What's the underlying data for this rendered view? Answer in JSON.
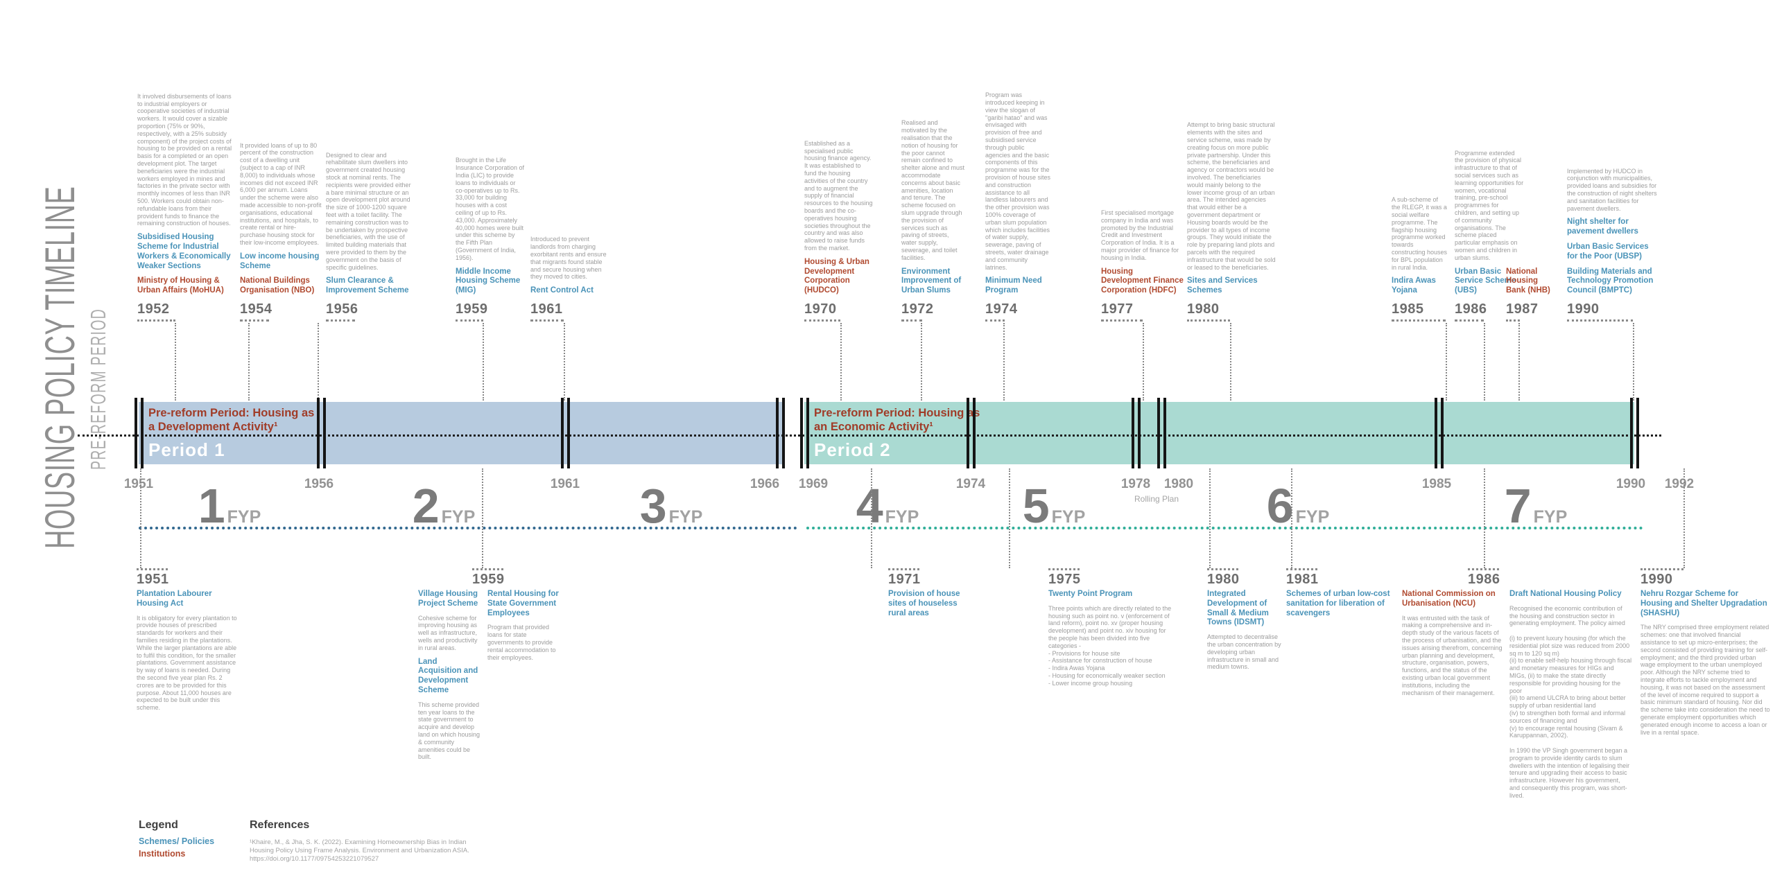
{
  "page": {
    "title": "HOUSING POLICY TIMELINE",
    "subtitle": "PRE-REFORM PERIOD"
  },
  "periods": [
    {
      "name": "Period 1",
      "label": "Pre-reform Period: Housing as\na Development Activity¹",
      "color": "#b7cbdf",
      "start_year": "1951",
      "end_year": "1966"
    },
    {
      "name": "Period 2",
      "label": "Pre-reform Period: Housing as\nan Economic Activity¹",
      "color": "#aadad2",
      "start_year": "1969",
      "end_year": "1990"
    }
  ],
  "axis": {
    "year_labels": [
      "1951",
      "1956",
      "1961",
      "1966",
      "1969",
      "1974",
      "1978",
      "1980",
      "1985",
      "1990",
      "1992"
    ],
    "rolling_plan_label": "Rolling Plan",
    "fyp_suffix": "FYP",
    "fyp": [
      {
        "number": "1"
      },
      {
        "number": "2"
      },
      {
        "number": "3"
      },
      {
        "number": "4"
      },
      {
        "number": "5"
      },
      {
        "number": "6"
      },
      {
        "number": "7"
      }
    ]
  },
  "top_notes": [
    {
      "year": "1952",
      "body": "It involved disbursements of loans to industrial employers or cooperative societies of industrial workers. It would cover a sizable proportion (75% or 90%, respectively, with a 25% subsidy component) of the project costs of housing to be provided on a rental basis for a completed or an open development plot. The target beneficiaries were the industrial workers employed in mines and factories in the private sector with monthly incomes of less than INR 500. Workers could obtain non-refundable loans from their provident funds to finance the remaining construction of houses.",
      "scheme": "Subsidised Housing Scheme for Industrial Workers & Economically Weaker Sections",
      "institution": "Ministry of Housing & Urban Affairs (MoHUA)"
    },
    {
      "year": "1954",
      "body": "It provided loans of up to 80 percent of the construction cost of a dwelling unit (subject to a cap of INR 8,000) to individuals whose incomes did not exceed INR 6,000 per annum. Loans under the scheme were also made accessible to non-profit organisations, educational institutions, and hospitals, to create rental or hire-purchase housing stock for their low-income employees.",
      "scheme": "Low income housing Scheme",
      "institution": "National Buildings Organisation (NBO)"
    },
    {
      "year": "1956",
      "body": "Designed to clear and rehabilitate slum dwellers into government created housing stock at nominal rents. The recipients were provided either a bare minimal structure or an open development plot around the size of 1000-1200 square feet with a toilet facility. The remaining construction was to be undertaken by prospective beneficiaries, with the use of limited building materials that were provided to them by the government on the basis of specific guidelines.",
      "scheme": "Slum Clearance & Improvement Scheme"
    },
    {
      "year": "1959",
      "body": "Brought in the Life Insurance Corporation of India (LIC) to provide loans to individuals or co-operatives up to Rs. 33,000 for building houses with a cost ceiling of up to Rs. 43,000. Approximately 40,000 homes were built under this scheme by the Fifth Plan (Government of India, 1956).",
      "scheme": "Middle Income Housing Scheme (MIG)"
    },
    {
      "year": "1961",
      "body": "Introduced to prevent landlords from charging exorbitant rents and ensure that migrants found stable and secure housing when they moved to cities.",
      "scheme": "Rent Control Act"
    },
    {
      "year": "1970",
      "body": "Established as a specialised public housing finance agency. It was established to fund the housing activities of the country and to augment the supply of financial resources to the housing boards and the co-operatives housing societies throughout the country and was also allowed to raise funds from the market.",
      "institution": "Housing & Urban Development Corporation (HUDCO)"
    },
    {
      "year": "1972",
      "body": "Realised and motivated by the realisation that the notion of housing for the poor cannot remain confined to shelter alone and must accommodate concerns about basic amenities, location and tenure. The scheme focused on slum upgrade through the provision of services such as paving of streets, water supply, sewerage, and toilet facilities.",
      "scheme": "Environment Improvement of Urban Slums"
    },
    {
      "year": "1974",
      "body": "Program was introduced keeping in view the slogan of \"garibi hatao\" and was envisaged with provision of free and subsidised service through public agencies and the basic components of this programme was for the provision of house sites and construction assistance to all landless labourers and the other provision was 100% coverage of urban slum population which includes facilities of water supply, sewerage, paving of streets, water drainage and community latrines.",
      "scheme": "Minimum Need Program"
    },
    {
      "year": "1977",
      "body": "First specialised mortgage company in India and was promoted by the Industrial Credit and Investment Corporation of India. It is a major provider of finance for housing in India.",
      "institution": "Housing Development Finance Corporation (HDFC)"
    },
    {
      "year": "1980",
      "body": "Attempt to bring basic structural elements with the sites and service scheme, was made by creating focus on more public private partnership. Under this scheme, the beneficiaries and agency or contractors would be involved. The beneficiaries would mainly belong to the lower income group of an urban area. The intended agencies that would either be a government department or Housing boards would be the provider to all types of income groups. They would initiate the role by preparing land plots and parcels with the required infrastructure that would be sold or leased to the beneficiaries.",
      "scheme": "Sites and Services Schemes"
    },
    {
      "year": "1985",
      "body": "A sub-scheme of the RLEGP, it was a social welfare programme. The flagship housing programme worked towards constructing houses for BPL population in rural India.",
      "scheme": "Indira Awas Yojana"
    },
    {
      "year": "1986",
      "body": "Programme extended the provision of physical infrastructure to that of social services such as learning opportunities for women, vocational training, pre-school programmes for children, and setting up of community organisations. The scheme placed particular emphasis on women and children in urban slums.",
      "scheme": "Urban Basic Service Scheme (UBS)"
    },
    {
      "year": "1987",
      "institution": "National Housing Bank (NHB)"
    },
    {
      "year": "1990",
      "body": "Implemented by HUDCO in conjunction with municipalities, provided loans and subsidies for the construction of night shelters and sanitation facilities for pavement dwellers.",
      "scheme": "Night shelter for pavement dwellers",
      "scheme2": "Urban Basic Services for the Poor (UBSP)",
      "scheme3": "Building Materials and Technology Promotion Council (BMPTC)"
    }
  ],
  "bottom_notes": [
    {
      "year": "1951",
      "scheme": "Plantation Labourer Housing Act",
      "body": "It is obligatory for every plantation to provide houses of prescribed standards for workers and their families residing in the plantations. While the larger plantations are able to fulfil this condition, for the smaller plantations. Government assistance by way of loans is needed. During the second five year plan Rs. 2 crores are to be provided for this purpose. About 11,000 houses are expected to be built under this scheme."
    },
    {
      "year": "1959",
      "col_a": [
        {
          "title": "Village Housing Project Scheme",
          "body": "Cohesive scheme for improving housing as well as infrastructure, wells and productivity in rural areas."
        },
        {
          "title": "Land Acquisition and Development Scheme",
          "body": "This scheme provided ten year loans to the state government to acquire and develop land on which housing & community amenities could be built."
        }
      ],
      "col_b": [
        {
          "title": "Rental Housing for State Government Employees",
          "body": "Program that provided loans for state governments to provide rental accommodation to their employees."
        }
      ]
    },
    {
      "year": "1971",
      "scheme": "Provision of house sites of houseless rural areas"
    },
    {
      "year": "1975",
      "scheme": "Twenty Point Program",
      "body": "Three points which are directly related to the housing such as point no. v (enforcement of land reform), point no. xv (proper housing development) and point no. xiv housing for the people has been divided into five categories -\n- Provisions for house site\n- Assistance for construction of house\n- Indira Awas Yojana\n- Housing for economically weaker section\n- Lower income group housing"
    },
    {
      "year": "1980",
      "scheme": "Integrated Development of Small & Medium Towns (IDSMT)",
      "body": "Attempted to decentralise the urban concentration by developing urban infrastructure in small and medium towns."
    },
    {
      "year": "1981",
      "scheme": "Schemes of urban low-cost sanitation for liberation of scavengers"
    },
    {
      "year": "1986",
      "institution": "National Commission on Urbanisation (NCU)",
      "inst_body": "It was entrusted with the task of making a comprehensive and in-depth study of the various facets of the process of urbanisation, and the issues arising therefrom, concerning urban planning and development, structure, organisation, powers, functions, and the status of the existing urban local government institutions, including the mechanism of their management.",
      "scheme": "Draft National Housing Policy",
      "scheme_body": "Recognised the economic contribution of the housing and construction sector in generating employment. The policy aimed\n\n(i) to prevent luxury housing (for which the residential plot size was reduced from 2000 sq m to 120 sq m)\n(ii) to enable self-help housing through fiscal and monetary measures for HIGs and MIGs, (ii) to make the state directly responsible for providing housing for the poor\n(iii) to amend ULCRA to bring about better supply of urban residential land\n(iv) to strengthen both formal and informal sources of financing and\n(v) to encourage rental housing (Sivam & Karuppannan, 2002).\n\nIn 1990 the VP Singh government began a program to provide identity cards to slum dwellers with the intention of legalising their tenure and upgrading their access to basic infrastructure. However his government, and consequently this program, was short-lived."
    },
    {
      "year": "1990",
      "scheme": "Nehru Rozgar Scheme for Housing and Shelter Upgradation (SHASHU)",
      "body": "The NRY comprised three employment related schemes: one that involved financial assistance to set up micro-enterprises; the second consisted of providing training for self-employment; and the third provided urban wage employment to the urban unemployed poor. Although the NRY scheme tried to integrate efforts to tackle employment and housing, it was not based on the assessment of the level of income required to support a basic minimum standard of housing. Nor did the scheme take into consideration the need to generate employment opportunities which generated enough income to access a loan or live in a rental space."
    }
  ],
  "legend": {
    "heading": "Legend",
    "items": [
      {
        "label": "Schemes/ Policies",
        "color": "#4a93b8"
      },
      {
        "label": "Institutions",
        "color": "#b04a30"
      }
    ]
  },
  "references": {
    "heading": "References",
    "text": "¹Khaire, M., & Jha, S. K. (2022). Examining Homeownership Bias in Indian Housing Policy Using Frame Analysis. Environment and Urbanization ASIA. https://doi.org/10.1177/09754253221079527"
  }
}
